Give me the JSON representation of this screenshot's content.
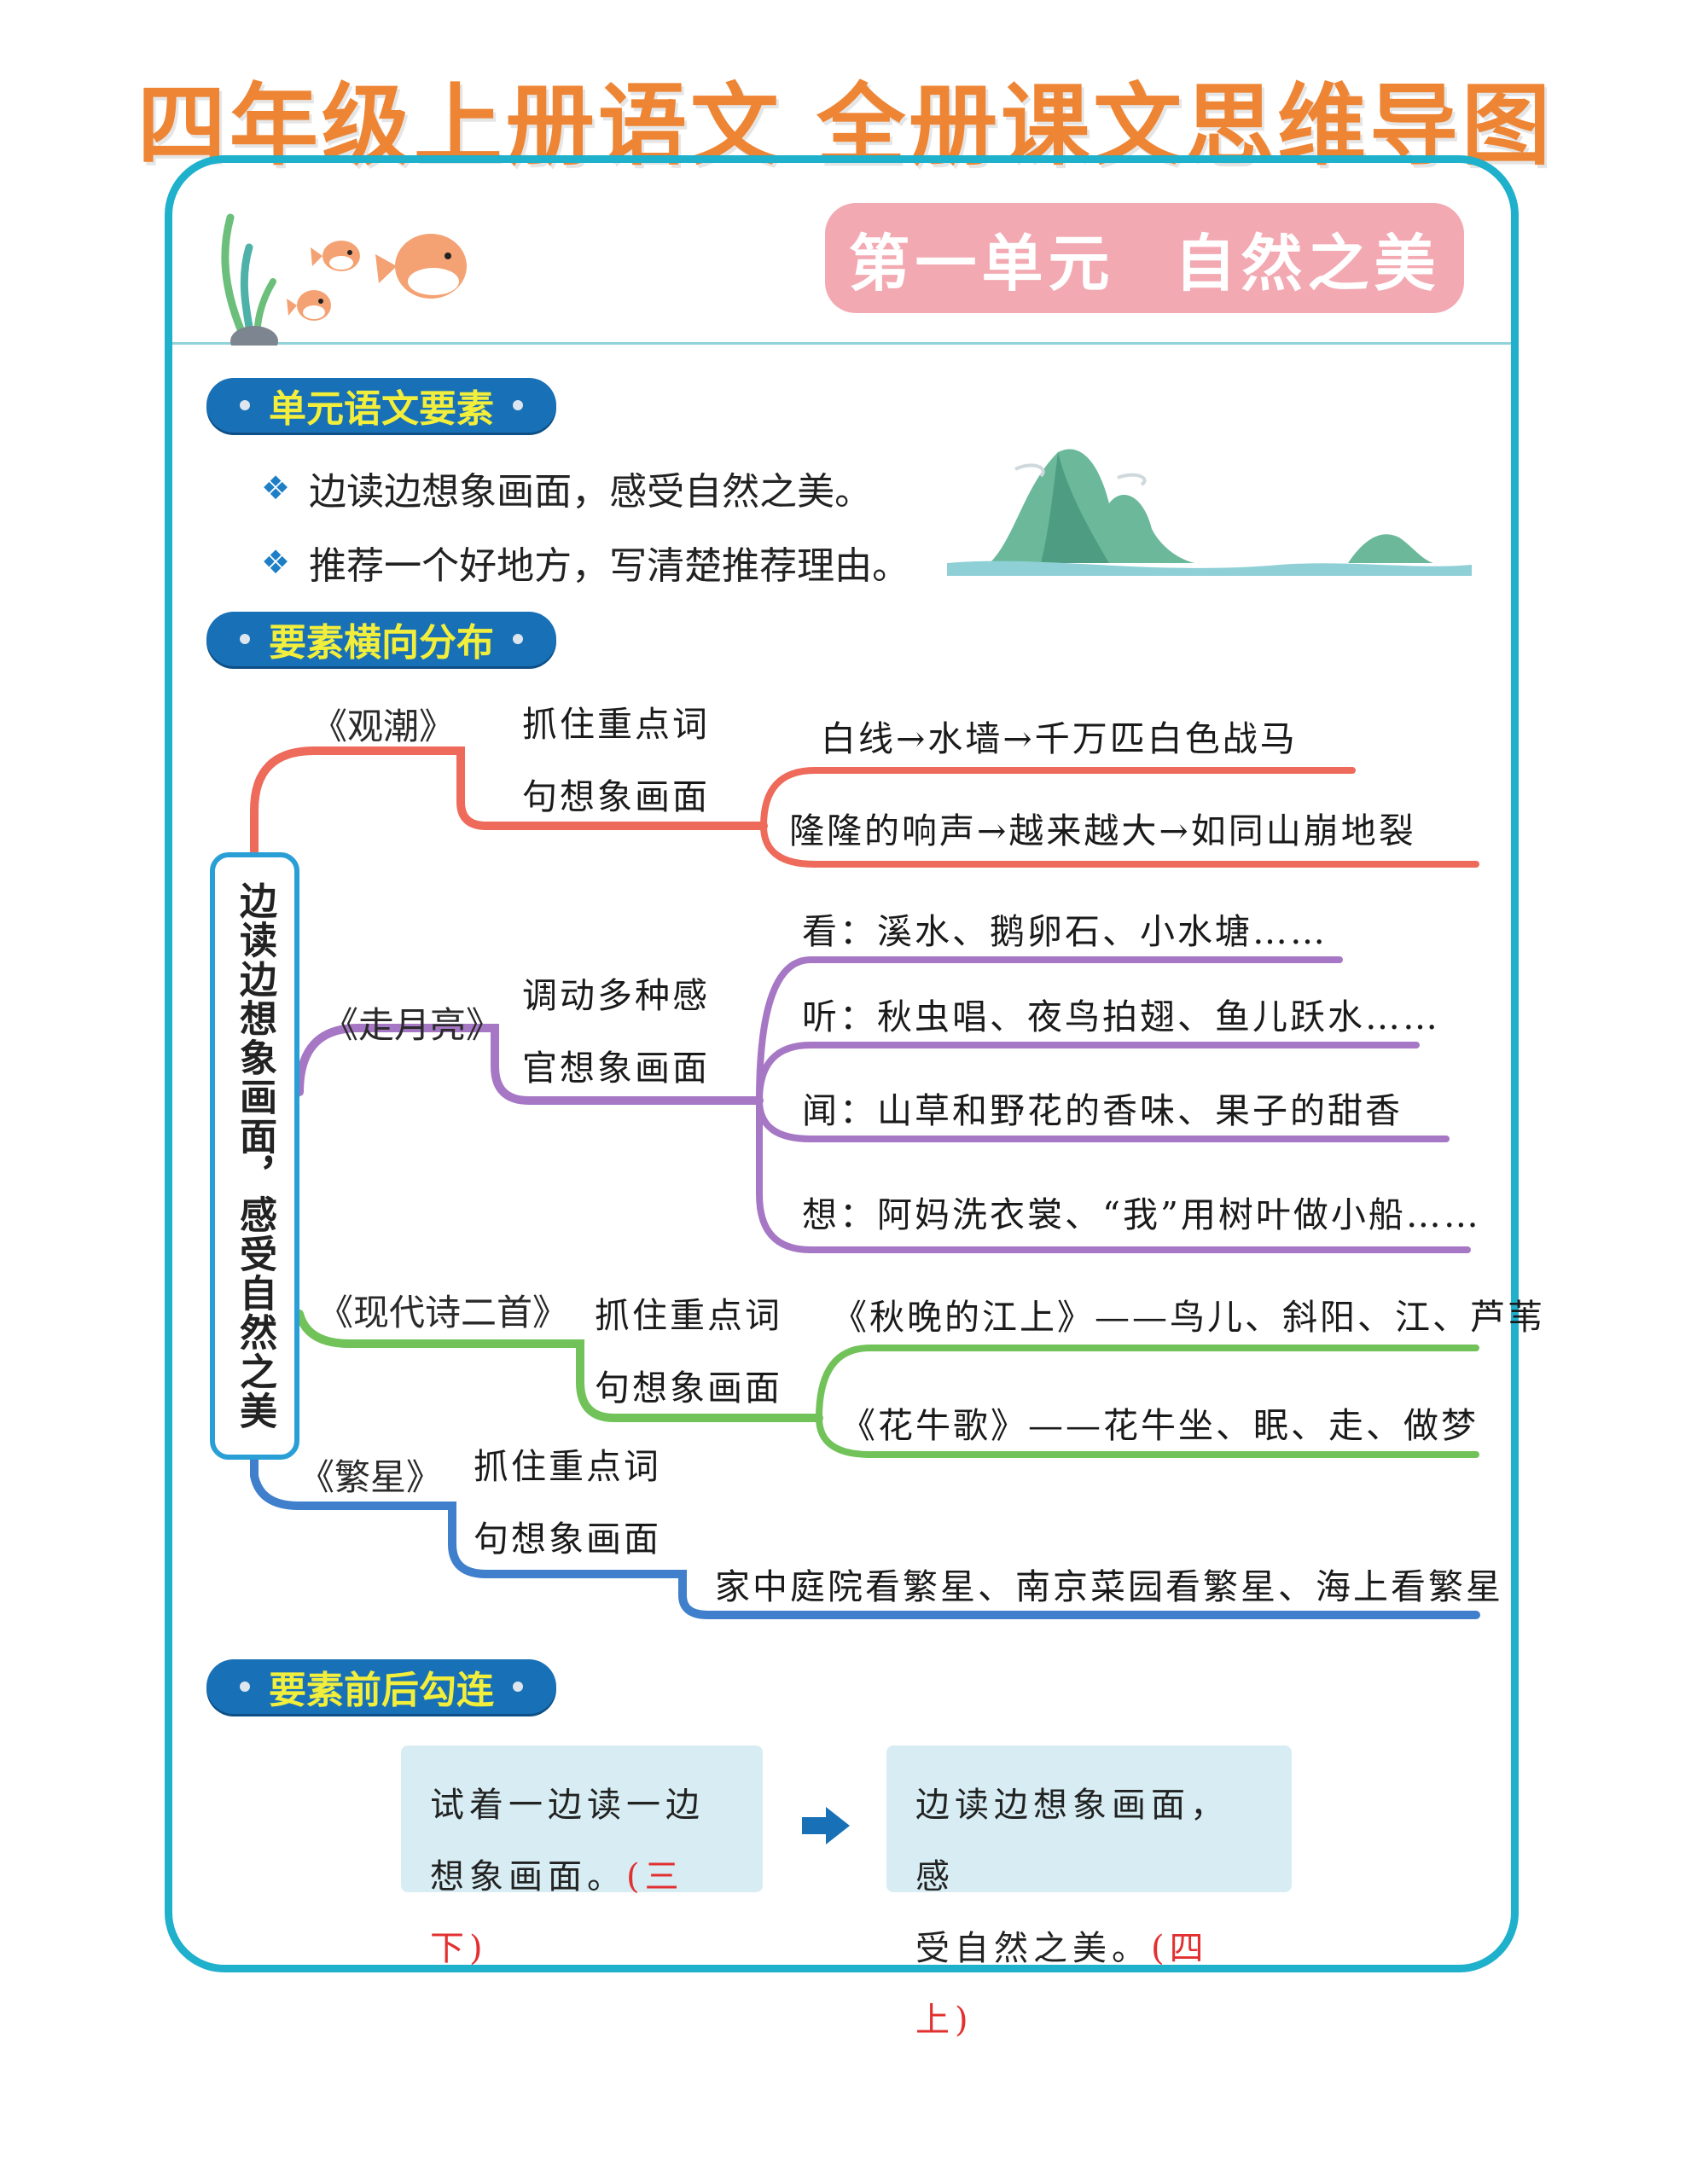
{
  "title": "四年级上册语文 全册课文思维导图",
  "unit_badge": {
    "unit": "第一单元",
    "theme": "自然之美"
  },
  "sections": {
    "elements": {
      "label": "单元语文要素",
      "bullets": [
        "边读边想象画面，感受自然之美。",
        "推荐一个好地方，写清楚推荐理由。"
      ],
      "bullet_icon": "diamond-icon"
    },
    "distribution": {
      "label": "要素横向分布",
      "central_node": "边读边想象画面，感受自然之美",
      "branches": [
        {
          "lesson": "《观潮》",
          "method": [
            "抓住重点词",
            "句想象画面"
          ],
          "color": "#ee6a5a",
          "details": [
            "白线→水墙→千万匹白色战马",
            "隆隆的响声→越来越大→如同山崩地裂"
          ]
        },
        {
          "lesson": "《走月亮》",
          "method": [
            "调动多种感",
            "官想象画面"
          ],
          "color": "#a677c4",
          "details": [
            "看：溪水、鹅卵石、小水塘……",
            "听：秋虫唱、夜鸟拍翅、鱼儿跃水……",
            "闻：山草和野花的香味、果子的甜香",
            "想：阿妈洗衣裳、“我”用树叶做小船……"
          ]
        },
        {
          "lesson": "《现代诗二首》",
          "method": [
            "抓住重点词",
            "句想象画面"
          ],
          "color": "#72c25a",
          "details": [
            "《秋晚的江上》——鸟儿、斜阳、江、芦苇",
            "《花牛歌》——花牛坐、眠、走、做梦"
          ]
        },
        {
          "lesson": "《繁星》",
          "method": [
            "抓住重点词",
            "句想象画面"
          ],
          "color": "#3f7fcc",
          "details": [
            "家中庭院看繁星、南京菜园看繁星、海上看繁星"
          ]
        }
      ]
    },
    "connection": {
      "label": "要素前后勾连",
      "before": {
        "line1": "试着一边读一边",
        "line2": "想象画面。",
        "grade": "(三下)"
      },
      "after": {
        "line1": "边读边想象画面，感",
        "line2": "受自然之美。",
        "grade": "(四上)"
      },
      "arrow_icon": "right-arrow-icon"
    }
  },
  "colors": {
    "title": "#ee8535",
    "frame": "#1fb0cc",
    "badge": "#f3a9b2",
    "pill": "#1870b6",
    "pill_text": "#f2ee3c",
    "grade_red": "#e23030"
  }
}
